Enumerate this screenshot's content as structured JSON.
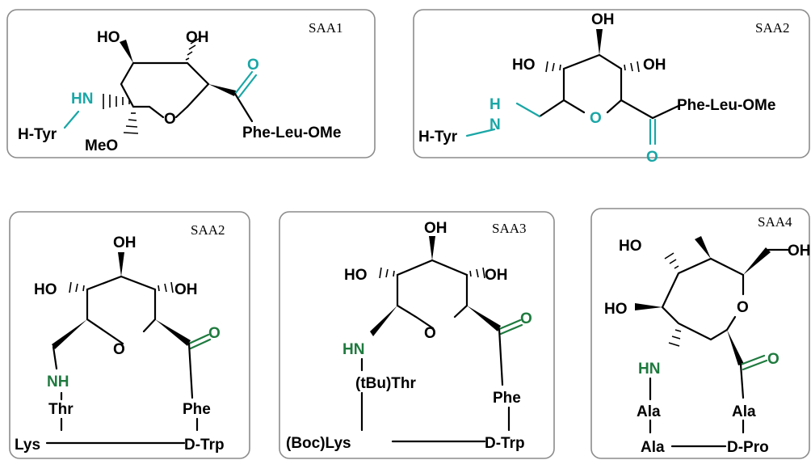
{
  "panels": [
    {
      "tag": "SAA1",
      "labels": {
        "oh1": "HO",
        "oh2": "OH",
        "nh": "HN",
        "tyr": "H-Tyr",
        "ring_o": "O",
        "meo": "MeO",
        "carbonyl_o": "O",
        "chain": "Phe-Leu-OMe"
      }
    },
    {
      "tag": "SAA2",
      "labels": {
        "oh_top": "OH",
        "oh_left": "HO",
        "oh_right": "OH",
        "h": "H",
        "n": "N",
        "tyr": "H-Tyr",
        "ring_o": "O",
        "chain": "Phe-Leu-OMe",
        "carbonyl_o": "O"
      }
    },
    {
      "tag": "SAA2",
      "labels": {
        "oh_top": "OH",
        "oh_left": "HO",
        "oh_right": "OH",
        "ring_o": "O",
        "carbonyl_o": "O",
        "nh": "NH",
        "thr": "Thr",
        "phe": "Phe",
        "lys": "Lys",
        "dtrp": "D-Trp"
      }
    },
    {
      "tag": "SAA3",
      "labels": {
        "oh_top": "OH",
        "oh_left": "HO",
        "oh_right": "OH",
        "ring_o": "O",
        "carbonyl_o": "O",
        "hn": "HN",
        "thr": "(tBu)Thr",
        "phe": "Phe",
        "lys": "(Boc)Lys",
        "dtrp": "D-Trp"
      }
    },
    {
      "tag": "SAA4",
      "labels": {
        "ho1": "HO",
        "oh_ch2": "OH",
        "ho2": "HO",
        "ring_o": "O",
        "hn": "HN",
        "carbonyl_o": "O",
        "ala1": "Ala",
        "ala2": "Ala",
        "ala3": "Ala",
        "dpro": "D-Pro"
      }
    }
  ],
  "colors": {
    "teal": "#1aa6a6",
    "green": "#1e7a3e",
    "border": "#8c8c8c"
  }
}
